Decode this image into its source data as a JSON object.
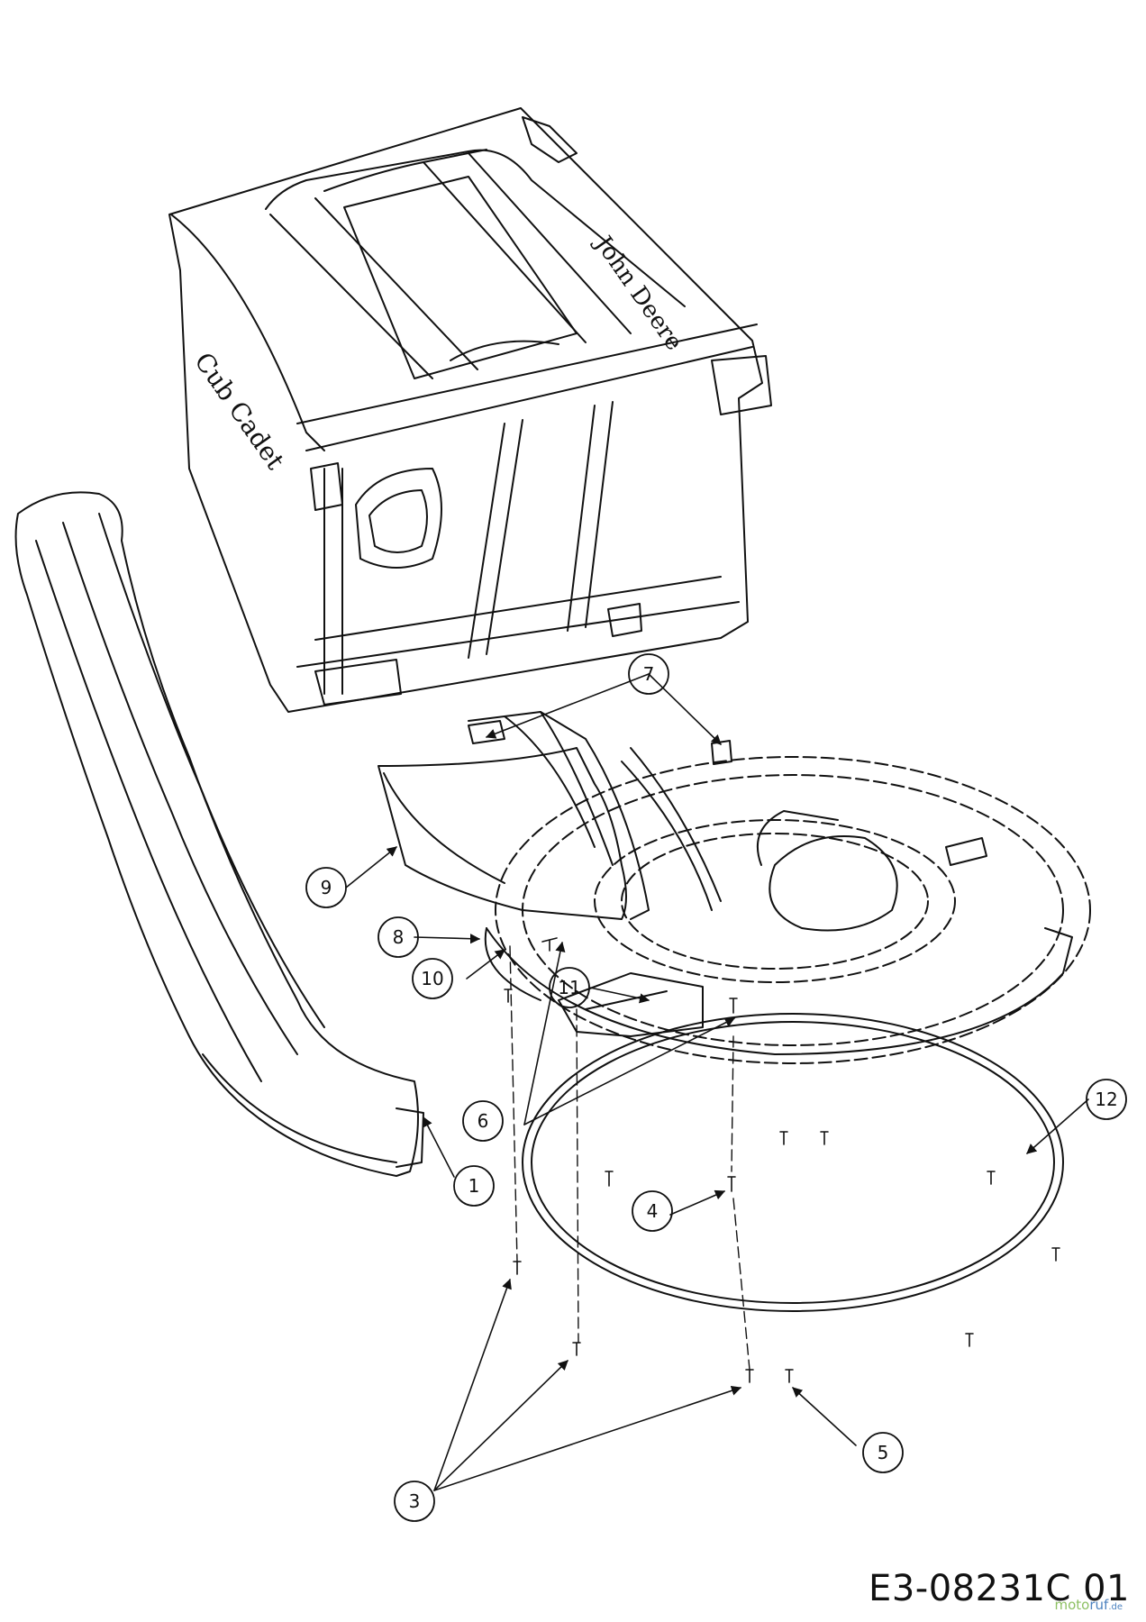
{
  "callouts": [
    {
      "id": "c1",
      "label": "1"
    },
    {
      "id": "c3",
      "label": "3"
    },
    {
      "id": "c4",
      "label": "4"
    },
    {
      "id": "c5",
      "label": "5"
    },
    {
      "id": "c6",
      "label": "6"
    },
    {
      "id": "c7",
      "label": "7"
    },
    {
      "id": "c8",
      "label": "8"
    },
    {
      "id": "c9",
      "label": "9"
    },
    {
      "id": "c10",
      "label": "10"
    },
    {
      "id": "c11",
      "label": "11"
    },
    {
      "id": "c12",
      "label": "12"
    }
  ],
  "parts": {
    "brand_logo_text": "Cub Cadet",
    "brand_logo_text_rear": "John Deere"
  },
  "drawing_number": "E3-08231C 01",
  "watermark": {
    "part1": "moto",
    "part2": "ruf",
    "suffix": ".de"
  }
}
